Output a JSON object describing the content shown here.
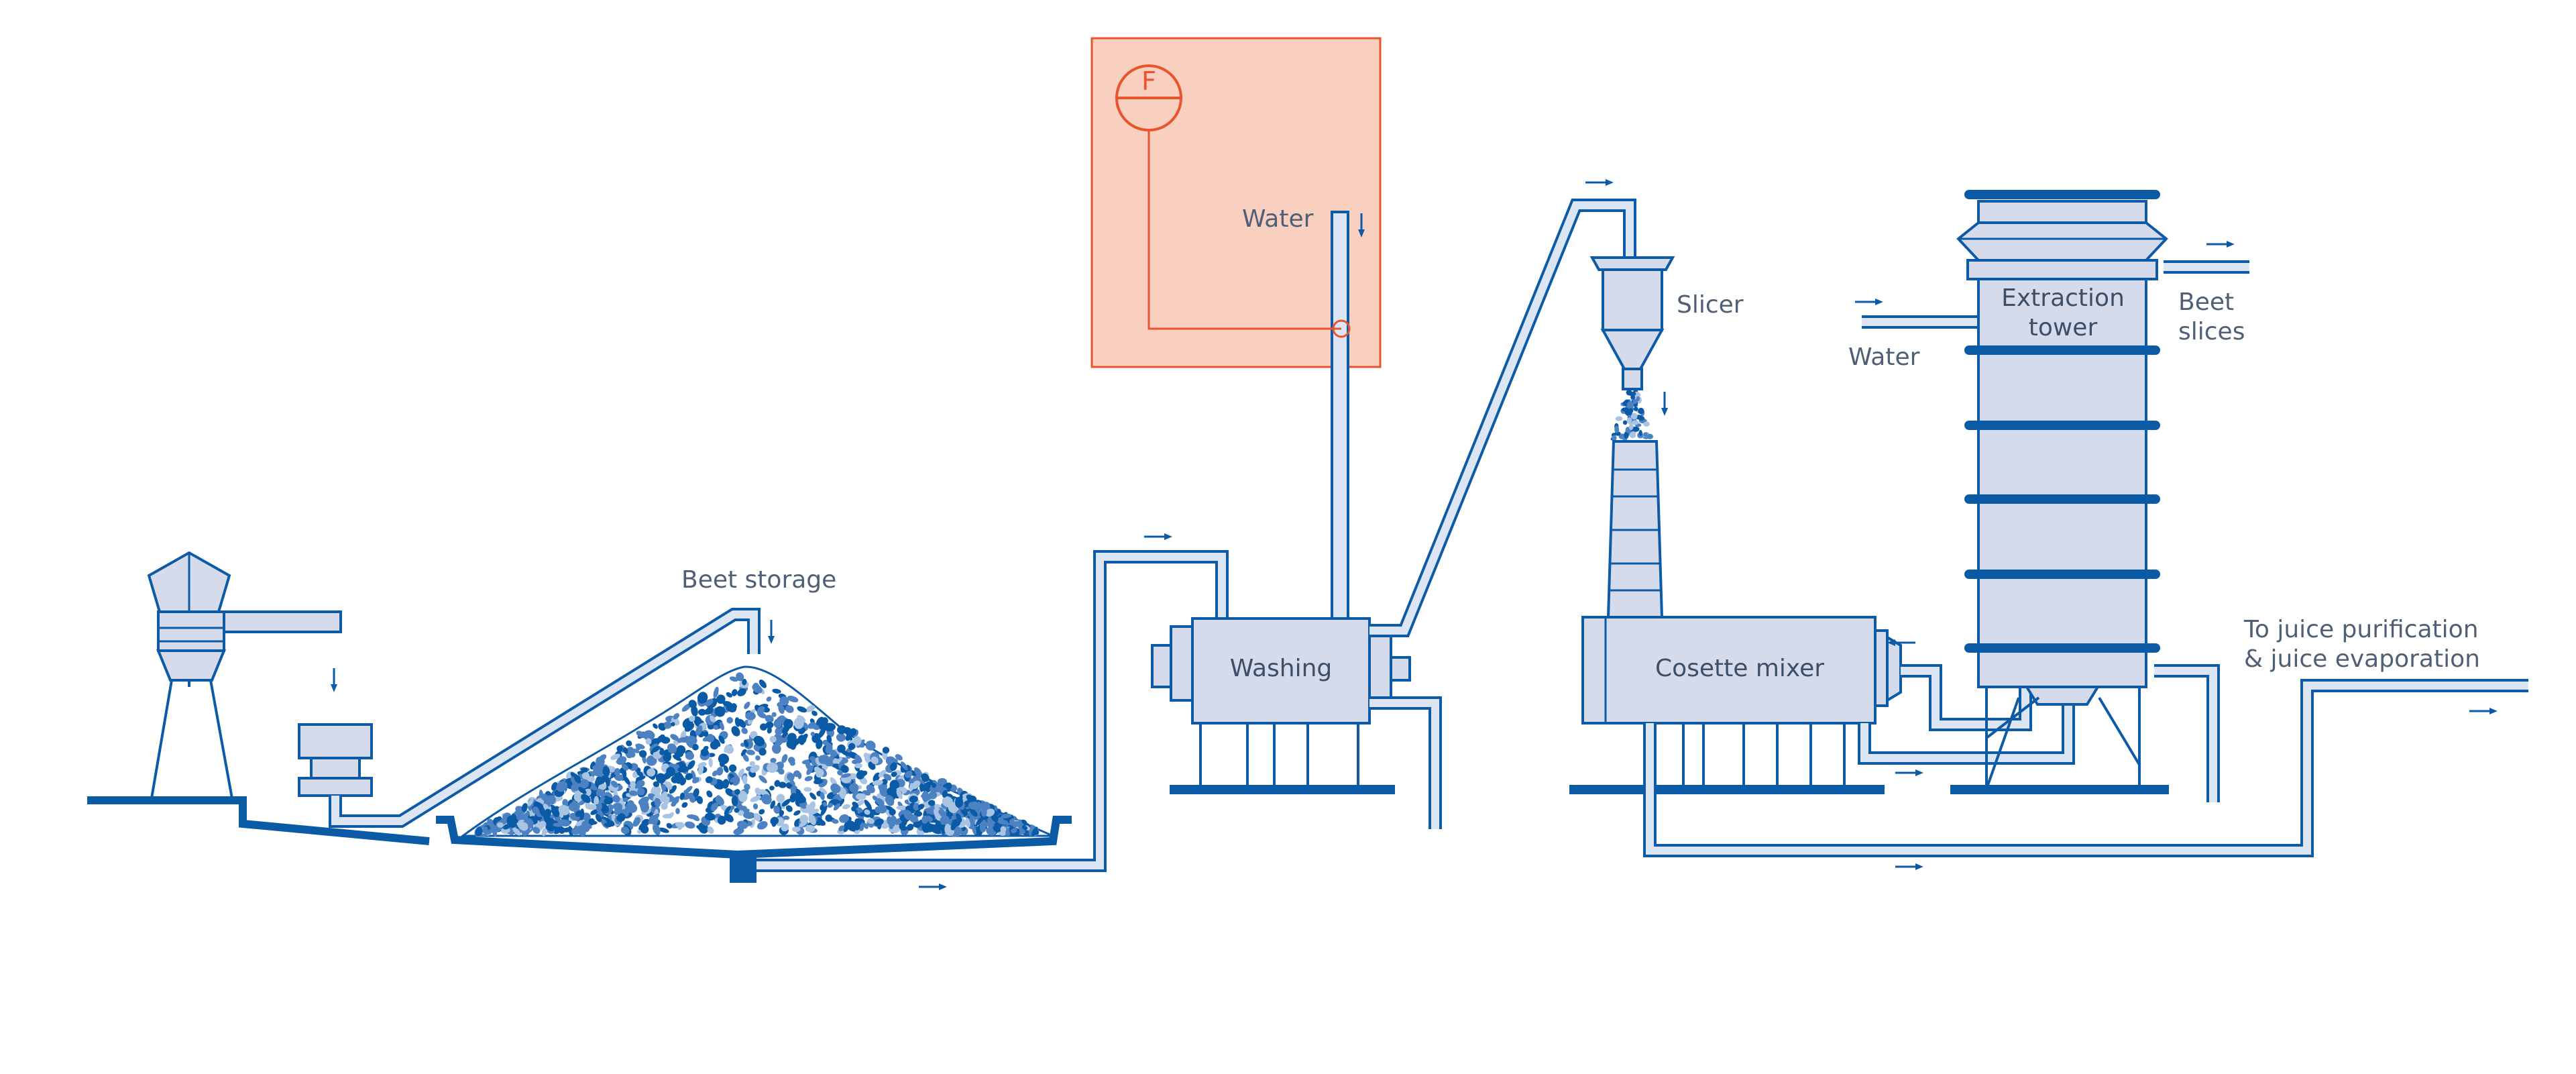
{
  "labels": {
    "beet_storage": "Beet storage",
    "water_top": "Water",
    "washing": "Washing",
    "slicer": "Slicer",
    "cosette_mixer": "Cosette mixer",
    "extraction_tower_line1": "Extraction",
    "extraction_tower_line2": "tower",
    "water_right": "Water",
    "beet_slices_line1": "Beet",
    "beet_slices_line2": "slices",
    "juice_line1": "To juice purification",
    "juice_line2": "& juice evaporation",
    "flow_instrument": "F"
  },
  "colors": {
    "outline_blue": "#0d5aa6",
    "dark_blue": "#0b5aa5",
    "fill_light": "#d6dbec",
    "pipe_fill": "#dbe5f4",
    "beet_light": "#a9c4e3",
    "beet_mid": "#4d82c2",
    "orange_stroke": "#e8542c",
    "orange_fill": "#f9cfbf",
    "label_grey": "#4f5f75"
  },
  "icons": {
    "flow_direction": "arrow-right-icon",
    "fall_direction": "arrow-down-icon",
    "flow_meter": "flow-meter-icon"
  }
}
